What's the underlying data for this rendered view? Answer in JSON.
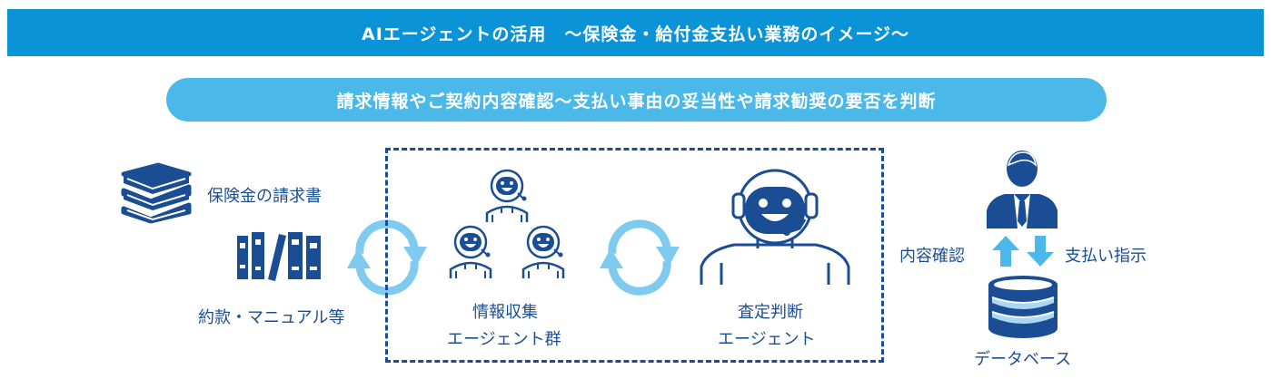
{
  "header": {
    "title": "AIエージェントの活用　～保険金・給付金支払い業務のイメージ～",
    "subtitle": "請求情報やご契約内容確認～支払い事由の妥当性や請求勧奨の要否を判断"
  },
  "left": {
    "claim_docs_label": "保険金の請求書",
    "manuals_label": "約款・マニュアル等"
  },
  "agents": {
    "info_group_line1": "情報収集",
    "info_group_line2": "エージェント群",
    "assessment_line1": "査定判断",
    "assessment_line2": "エージェント"
  },
  "right": {
    "content_check_label": "内容確認",
    "payment_instruction_label": "支払い指示",
    "database_label": "データベース"
  },
  "colors": {
    "primary_blue": "#0a93d6",
    "light_blue": "#4ab8e8",
    "navy": "#1a4d94",
    "arrow_blue": "#7fcaef"
  }
}
